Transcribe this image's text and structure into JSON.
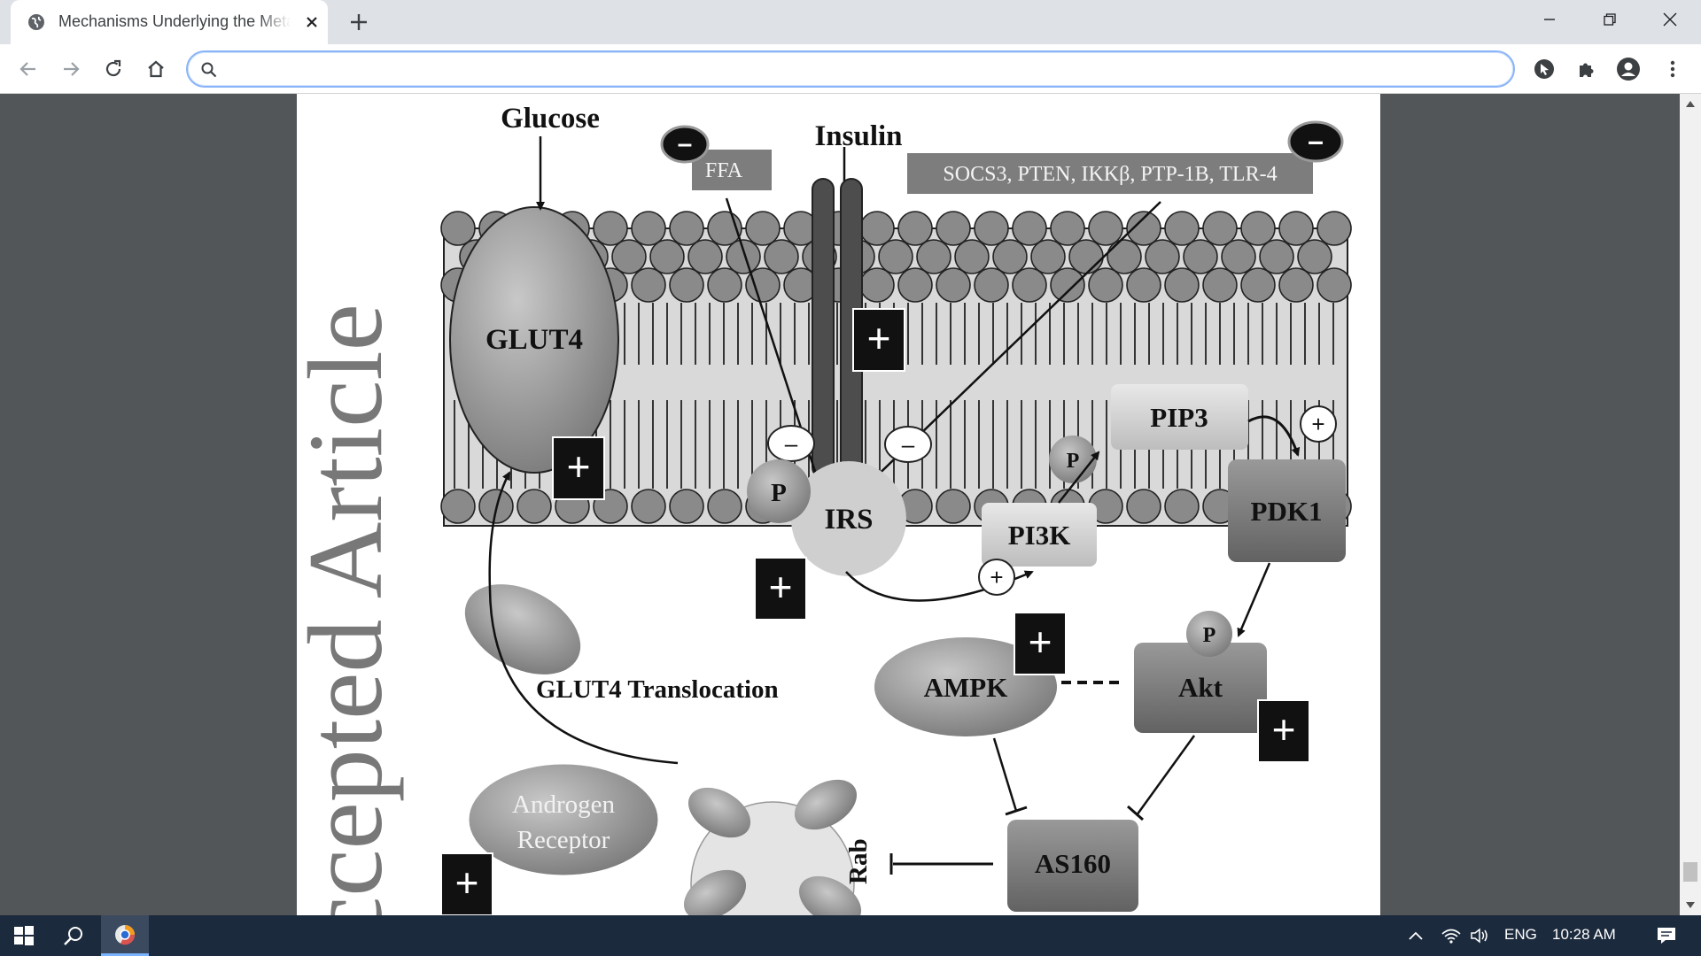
{
  "browser": {
    "tab_title": "Mechanisms Underlying the Metabolic Actions of Testosterone",
    "address_value": "",
    "address_placeholder": ""
  },
  "figure": {
    "watermark": "ccepted Article",
    "glucose": "Glucose",
    "insulin": "Insulin",
    "ffa": "FFA",
    "inhibitors": "SOCS3, PTEN, IKKβ, PTP-1B, TLR-4",
    "glut4": "GLUT4",
    "pip3": "PIP3",
    "pdk1": "PDK1",
    "irs": "IRS",
    "pi3k": "PI3K",
    "akt": "Akt",
    "ampk": "AMPK",
    "as160": "AS160",
    "rab": "Rab",
    "p": "P",
    "translocation": "GLUT4 Translocation",
    "androgen_line1": "Androgen",
    "androgen_line2": "Receptor",
    "plus": "+",
    "minus": "–"
  },
  "taskbar": {
    "language": "ENG",
    "time": "10:28 AM"
  }
}
